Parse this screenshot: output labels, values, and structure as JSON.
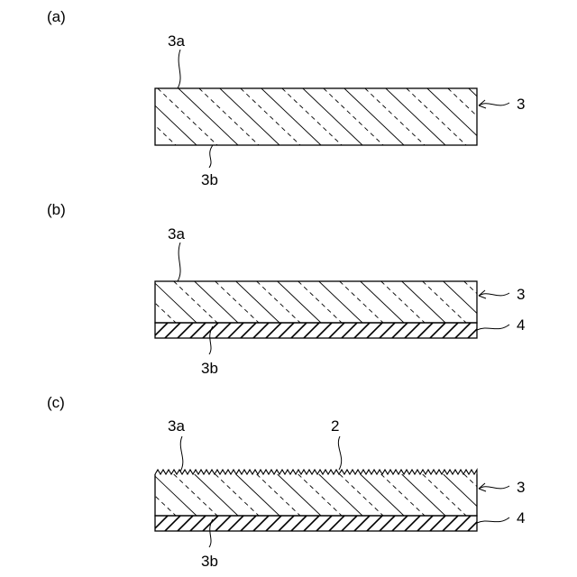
{
  "panels": [
    {
      "label": "(a)",
      "surface_label": "3a",
      "bottom_label": "3b",
      "layer_label": "3"
    },
    {
      "label": "(b)",
      "surface_label": "3a",
      "bottom_label": "3b",
      "layer_label": "3",
      "substrate_label": "4"
    },
    {
      "label": "(c)",
      "surface_label": "3a",
      "bottom_label": "3b",
      "layer_label": "3",
      "substrate_label": "4",
      "texture_label": "2"
    }
  ]
}
